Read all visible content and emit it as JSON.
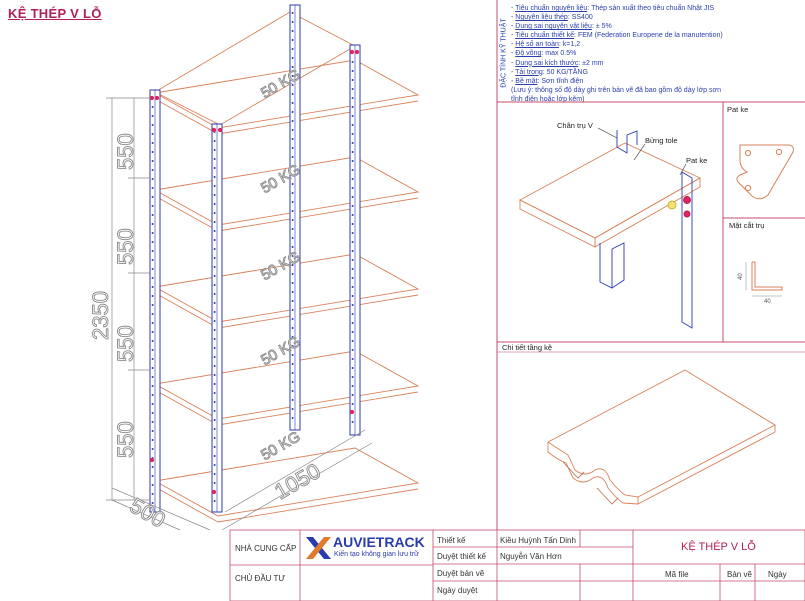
{
  "title": "KỆ THÉP V LỖ",
  "shelf_load_label": "50 KG",
  "dimensions": {
    "height_total": "2350",
    "spacing": "550",
    "depth": "500",
    "width": "1050"
  },
  "specs": {
    "heading": "ĐẶC TÍNH KỸ THUẬT",
    "items": [
      {
        "key": "Tiêu chuẩn nguyên liệu",
        "value": "Thép sản xuất theo tiêu chuẩn Nhật JIS"
      },
      {
        "key": "Nguyên liệu thép",
        "value": "SS400"
      },
      {
        "key": "Dung sai nguyên vật liệu",
        "value": "± 5%"
      },
      {
        "key": "Tiêu chuẩn thiết kế",
        "value": "FEM (Federation Europene de la manutention)"
      },
      {
        "key": "Hệ số an toàn",
        "value": "k=1,2"
      },
      {
        "key": "Độ võng",
        "value": "max 0.5%"
      },
      {
        "key": "Dung sai kích thước",
        "value": "±2 mm"
      },
      {
        "key": "Tải trọng",
        "value": "50 KG/TẦNG"
      },
      {
        "key": "Bề mặt",
        "value": "Sơn tĩnh điện"
      }
    ],
    "note_line1": "(Lưu ý: thông số độ dày ghi trên bản vẽ đã bao gồm độ dày lớp sơn",
    "note_line2": "tĩnh điện hoặc lớp kẽm)"
  },
  "detail_labels": {
    "chan_tru": "Chân trụ V",
    "bung_tole": "Bửng tole",
    "pat_ke": "Pat ke",
    "pat_ke_title": "Pat ke",
    "mat_cat_tru": "Mặt cắt trụ",
    "section_h": "40",
    "section_w": "40",
    "chi_tiet": "Chi tiết tầng kệ"
  },
  "title_block": {
    "nha_cung_cap": "NHÀ CUNG CẤP",
    "chu_dau_tu": "CHỦ ĐẦU TƯ",
    "logo_name": "AUVIETRACK",
    "logo_tagline": "Kiến tạo không gian lưu trữ",
    "thiet_ke": "Thiết kế",
    "thiet_ke_name": "Kiều Huỳnh Tấn Dinh",
    "duyet_thiet_ke": "Duyệt thiết kế",
    "duyet_thiet_ke_name": "Nguyễn Văn Hơn",
    "duyet_ban_ve": "Duyệt bản vẽ",
    "ngay_duyet": "Ngày duyệt",
    "drawing_title": "KỆ THÉP V LỖ",
    "ma_file": "Mã file",
    "ban_ve": "Bản vẽ",
    "ngay": "Ngày"
  },
  "colors": {
    "post_blue": "#2a3bb0",
    "shelf_orange": "#d9825a",
    "border_pink": "#c44e6c",
    "dim_grey": "#777777",
    "hole_red": "#e0245e"
  }
}
